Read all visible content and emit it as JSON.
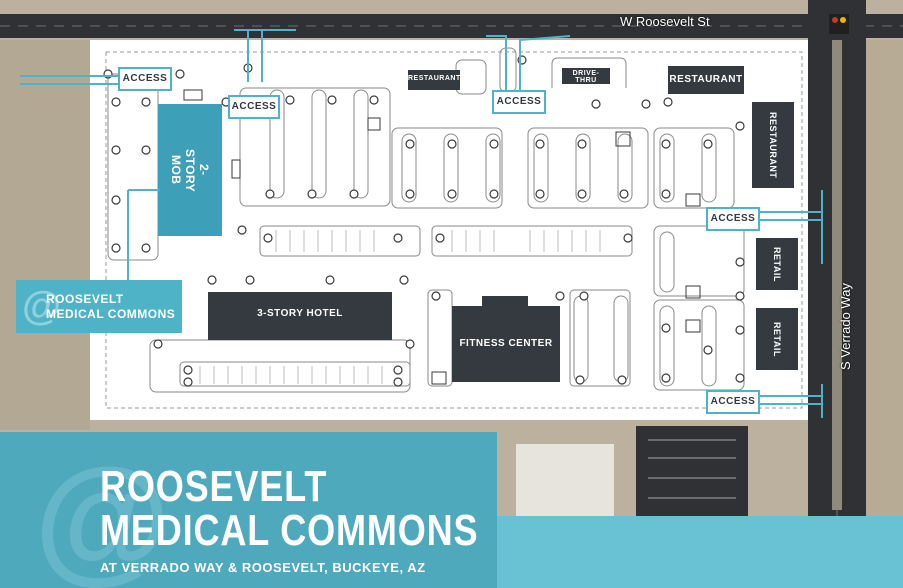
{
  "streets": {
    "north": "W Roosevelt St",
    "east": "S Verrado Way"
  },
  "buildings": {
    "mob": "2-STORY MOB",
    "hotel": "3-STORY HOTEL",
    "fitness": "FITNESS CENTER",
    "restaurant_1": "RESTAURANT",
    "drive_thru": "DRIVE-THRU",
    "restaurant_2": "RESTAURANT",
    "restaurant_3": "RESTAURANT",
    "retail_1": "RETAIL",
    "retail_2": "RETAIL"
  },
  "access_labels": {
    "a1": "ACCESS",
    "a2": "ACCESS",
    "a3": "ACCESS",
    "a4": "ACCESS",
    "a5": "ACCESS"
  },
  "site_label": {
    "line1": "ROOSEVELT",
    "line2": "MEDICAL COMMONS"
  },
  "banner": {
    "title_line1": "ROOSEVELT",
    "title_line2": "MEDICAL COMMONS",
    "subtitle": "AT VERRADO WAY & ROOSEVELT, BUCKEYE, AZ"
  },
  "colors": {
    "accent": "#4fb3c7",
    "building": "#353a40",
    "mob": "#3d9fb8",
    "road": "#2e3033",
    "desert": "#b9ae9c"
  }
}
